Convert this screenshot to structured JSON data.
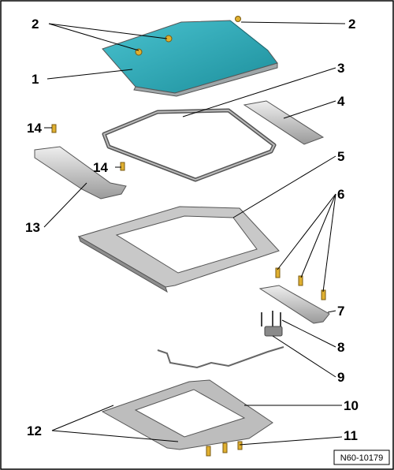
{
  "diagram": {
    "reference_code": "N60-10179",
    "callouts": [
      {
        "id": "c2a",
        "label": "2"
      },
      {
        "id": "c2b",
        "label": "2"
      },
      {
        "id": "c1",
        "label": "1"
      },
      {
        "id": "c3",
        "label": "3"
      },
      {
        "id": "c4",
        "label": "4"
      },
      {
        "id": "c14a",
        "label": "14"
      },
      {
        "id": "c14b",
        "label": "14"
      },
      {
        "id": "c5",
        "label": "5"
      },
      {
        "id": "c13",
        "label": "13"
      },
      {
        "id": "c6",
        "label": "6"
      },
      {
        "id": "c7",
        "label": "7"
      },
      {
        "id": "c8",
        "label": "8"
      },
      {
        "id": "c9",
        "label": "9"
      },
      {
        "id": "c10",
        "label": "10"
      },
      {
        "id": "c12",
        "label": "12"
      },
      {
        "id": "c11",
        "label": "11"
      }
    ]
  },
  "colors": {
    "glass_panel": "#2aa7b5",
    "metal_light": "#d9d9d9",
    "metal_mid": "#a9a9a9",
    "metal_dark": "#6e6e6e",
    "bolt_gold": "#e0b030"
  },
  "icons": [
    "bolt-icon",
    "screw-icon"
  ]
}
